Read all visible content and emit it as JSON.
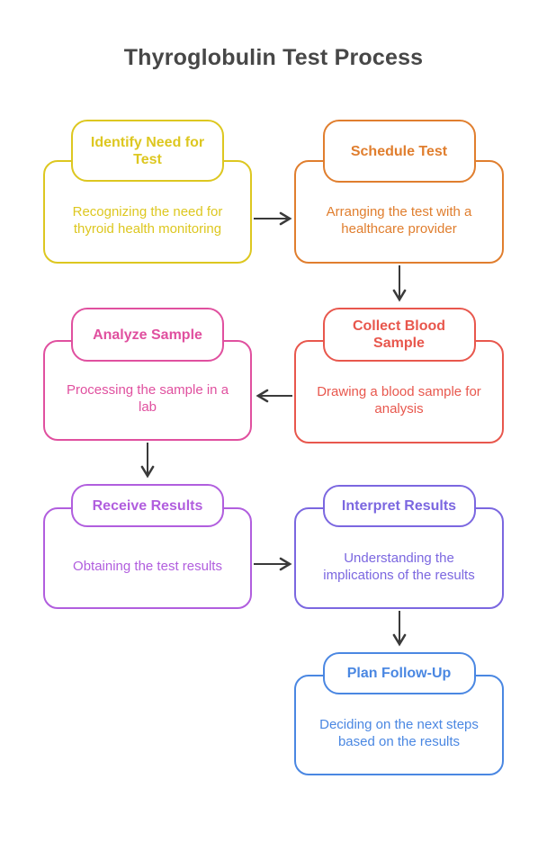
{
  "title": "Thyroglobulin Test Process",
  "colors": {
    "title": "#474747",
    "arrow": "#3a3a3a",
    "background": "#ffffff",
    "node_yellow": "#ddc720",
    "node_orange": "#e07e2e",
    "node_red": "#e8574d",
    "node_pink": "#e0509f",
    "node_purple": "#b15ede",
    "node_indigo": "#7b67e0",
    "node_blue": "#4a87e2"
  },
  "nodes": [
    {
      "id": "identify-need",
      "label": "Identify Need for Test",
      "description": "Recognizing the need for thyroid health monitoring",
      "color": "#ddc720"
    },
    {
      "id": "schedule-test",
      "label": "Schedule Test",
      "description": "Arranging the test with a healthcare provider",
      "color": "#e07e2e"
    },
    {
      "id": "collect-blood-sample",
      "label": "Collect Blood Sample",
      "description": "Drawing a blood sample for analysis",
      "color": "#e8574d"
    },
    {
      "id": "analyze-sample",
      "label": "Analyze Sample",
      "description": "Processing the sample in a lab",
      "color": "#e0509f"
    },
    {
      "id": "receive-results",
      "label": "Receive Results",
      "description": "Obtaining the test results",
      "color": "#b15ede"
    },
    {
      "id": "interpret-results",
      "label": "Interpret Results",
      "description": "Understanding the implications of the results",
      "color": "#7b67e0"
    },
    {
      "id": "plan-follow-up",
      "label": "Plan Follow-Up",
      "description": "Deciding on the next steps based on the results",
      "color": "#4a87e2"
    }
  ],
  "edges": [
    {
      "from": "identify-need",
      "to": "schedule-test",
      "direction": "right"
    },
    {
      "from": "schedule-test",
      "to": "collect-blood-sample",
      "direction": "down"
    },
    {
      "from": "collect-blood-sample",
      "to": "analyze-sample",
      "direction": "left"
    },
    {
      "from": "analyze-sample",
      "to": "receive-results",
      "direction": "down"
    },
    {
      "from": "receive-results",
      "to": "interpret-results",
      "direction": "right"
    },
    {
      "from": "interpret-results",
      "to": "plan-follow-up",
      "direction": "down"
    }
  ]
}
